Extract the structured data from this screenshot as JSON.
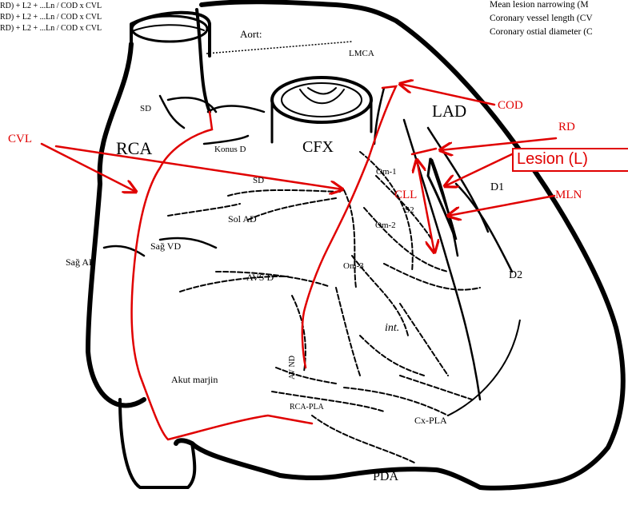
{
  "formulas": [
    "RD) + L2 + ...Ln / COD x CVL",
    "RD) + L2 + ...Ln / COD x CVL",
    "RD) + L2 + ...Ln / COD x CVL"
  ],
  "legend": [
    "Mean lesion narrowing (M",
    "Coronary vessel length (CV",
    "Coronary ostial diameter (C"
  ],
  "red_labels": {
    "cod": "COD",
    "rd": "RD",
    "lesion": "Lesion (L)",
    "mln": "MLN",
    "cvl": "CVL",
    "cll": "CLL"
  },
  "anatomy_labels": {
    "aort": "Aort:",
    "lmca": "LMCA",
    "lad": "LAD",
    "cfx": "CFX",
    "rca": "RCA",
    "sd_top": "SD",
    "konus_d": "Konus D",
    "sd_mid": "SD",
    "om1": "Om-1",
    "om2": "Om-2",
    "om3": "Om-3",
    "s2": "S2",
    "d1": "D1",
    "d2": "D2",
    "sol_ad": "Sol AD",
    "sag_vd": "Sağ VD",
    "sag_ad": "Sağ AD",
    "avs_d": "AVS D",
    "int": "int.",
    "av_nd": "AV ND",
    "akut_marjin": "Akut marjin",
    "rca_pla": "RCA-PLA",
    "cx_pla": "Cx-PLA",
    "pda": "PDA"
  },
  "colors": {
    "annotation_red": "#e00000",
    "line_black": "#000000"
  }
}
